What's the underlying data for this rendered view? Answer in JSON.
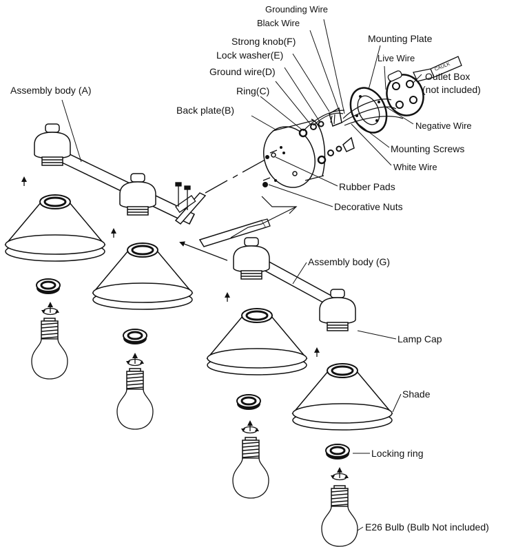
{
  "labels": {
    "grounding_wire": "Grounding Wire",
    "black_wire": "Black Wire",
    "mounting_plate": "Mounting Plate",
    "strong_knob": "Strong knob(F)",
    "lock_washer": "Lock washer(E)",
    "live_wire": "Live Wire",
    "ground_wire": "Ground wire(D)",
    "outlet_box_line1": "Outlet Box",
    "outlet_box_line2": "(not included)",
    "ring": "Ring(C)",
    "assembly_body_a": "Assembly body (A)",
    "back_plate": "Back plate(B)",
    "negative_wire": "Negative Wire",
    "mounting_screws": "Mounting Screws",
    "white_wire": "White Wire",
    "rubber_pads": "Rubber Pads",
    "decorative_nuts": "Decorative Nuts",
    "assembly_body_g": "Assembly body (G)",
    "lamp_cap": "Lamp Cap",
    "shade": "Shade",
    "locking_ring": "Locking ring",
    "bulb": "E26 Bulb (Bulb Not included)",
    "caulk": "CAULK"
  }
}
